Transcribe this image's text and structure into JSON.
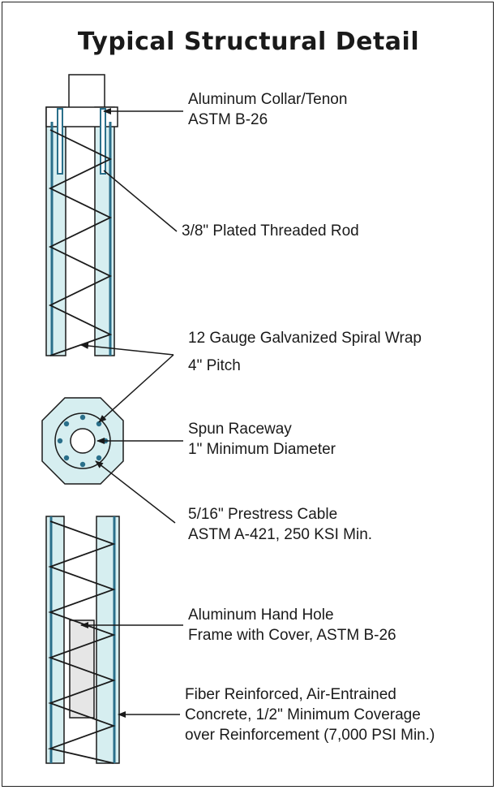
{
  "title": "Typical Structural Detail",
  "labels": {
    "collar_line1": "Aluminum Collar/Tenon",
    "collar_line2": "ASTM B-26",
    "rod": "3/8\" Plated Threaded Rod",
    "spiral_line1": "12 Gauge Galvanized Spiral Wrap",
    "spiral_line2": "4\" Pitch",
    "raceway_line1": "Spun Raceway",
    "raceway_line2": "1\" Minimum Diameter",
    "cable_line1": "5/16\" Prestress Cable",
    "cable_line2": "ASTM A-421,  250 KSI Min.",
    "handhole_line1": "Aluminum Hand Hole",
    "handhole_line2": "Frame with Cover, ASTM B-26",
    "concrete_line1": "Fiber Reinforced, Air-Entrained",
    "concrete_line2": "Concrete, 1/2\" Minimum Coverage",
    "concrete_line3": "over Reinforcement (7,000 PSI Min.)"
  },
  "colors": {
    "concrete_fill": "#d6eef0",
    "cable": "#2a6f8a",
    "cover_fill": "#e6e6e6",
    "line": "#1a1a1a"
  }
}
